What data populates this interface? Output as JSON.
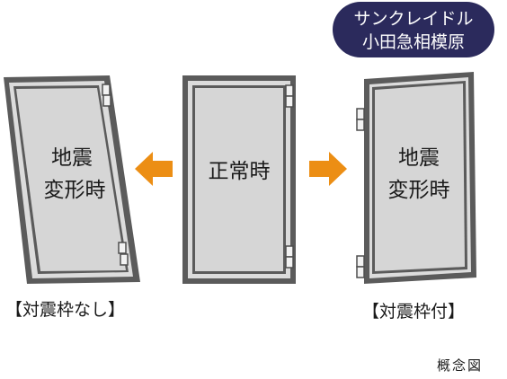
{
  "badge": {
    "line1": "サンクレイドル",
    "line2": "小田急相模原"
  },
  "doors": {
    "left": {
      "line1": "地震",
      "line2": "変形時"
    },
    "center": {
      "text": "正常時"
    },
    "right": {
      "line1": "地震",
      "line2": "変形時"
    }
  },
  "captions": {
    "left": "【対震枠なし】",
    "right": "【対震枠付】"
  },
  "note": "概念図",
  "colors": {
    "arrow": "#ec8e14",
    "frame": "#4e4e4e",
    "panel": "#d6d6d6",
    "badge": "#2b2a5c"
  }
}
